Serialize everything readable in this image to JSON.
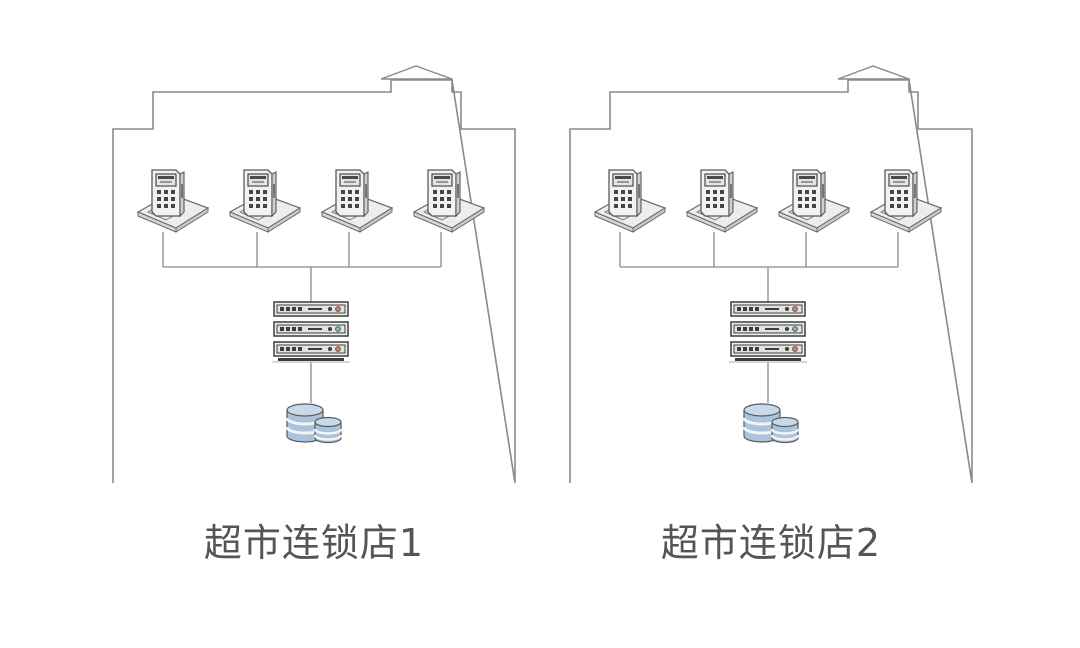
{
  "stores": [
    {
      "label": "超市连锁店1",
      "terminal_count": 4
    },
    {
      "label": "超市连锁店2",
      "terminal_count": 4
    }
  ],
  "colors": {
    "outline": "#8a8a8a",
    "line": "#8a8a8a",
    "text": "#555555",
    "terminal_body": "#f2f2f2",
    "terminal_screen": "#4a4a4a",
    "terminal_pad": "#eeeccf",
    "server_face": "#f0f0f0",
    "server_dark": "#3d3d3d",
    "db_fill": "#a9c4dc",
    "db_stripe": "#f4f4f4"
  },
  "icons": {
    "terminal": "pos-terminal-icon",
    "server": "server-rack-icon",
    "database": "database-icon",
    "building": "store-building"
  }
}
